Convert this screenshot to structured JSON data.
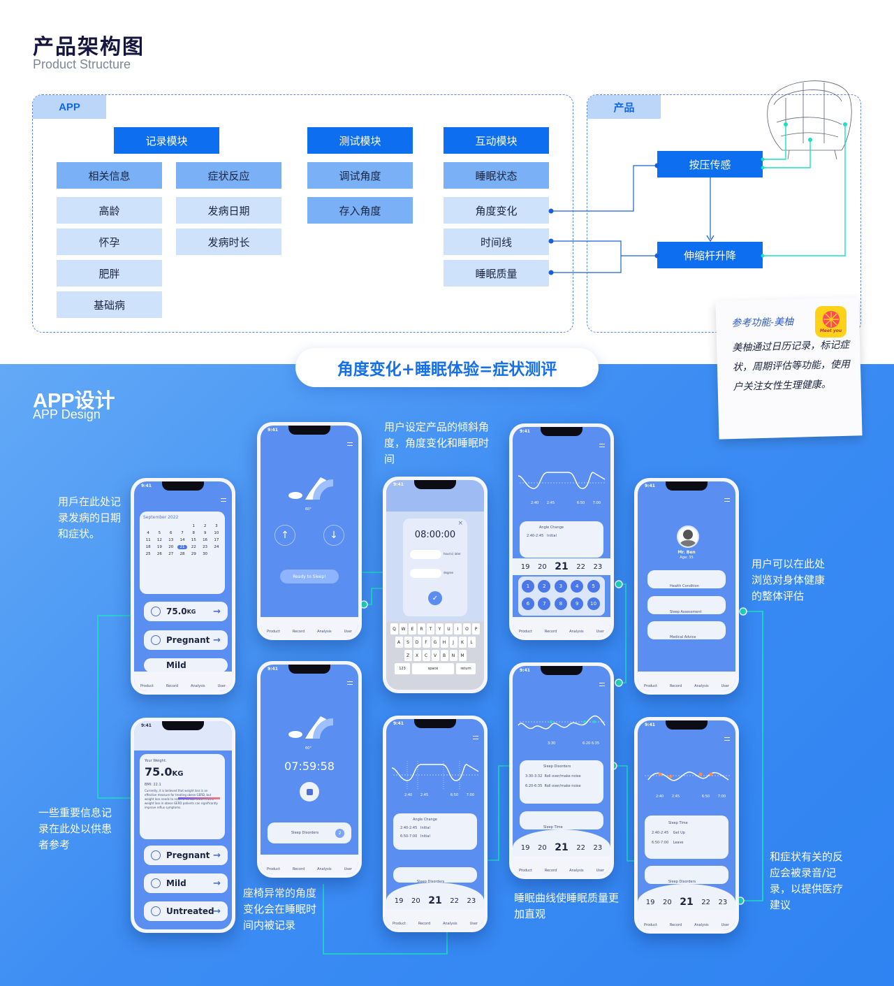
{
  "header": {
    "title": "产品架构图",
    "subtitle": "Product Structure"
  },
  "app_panel": {
    "tag": "APP",
    "modules": [
      {
        "title": "记录模块",
        "groups": [
          {
            "head": "相关信息",
            "items": [
              "高龄",
              "怀孕",
              "肥胖",
              "基础病"
            ]
          },
          {
            "head": "症状反应",
            "items": [
              "发病日期",
              "发病时长"
            ]
          }
        ]
      },
      {
        "title": "测试模块",
        "items": [
          "调试角度",
          "存入角度"
        ]
      },
      {
        "title": "互动模块",
        "items": [
          "睡眠状态",
          "角度变化",
          "时间线",
          "睡眠质量"
        ]
      }
    ]
  },
  "product_panel": {
    "tag": "产品",
    "sensor": "按压传感",
    "actuator": "伸缩杆升降"
  },
  "sticky_note": {
    "title": "参考功能-美柚",
    "logo_text": "Meet you",
    "body": "美柚通过日历记录，标记症状，周期评估等功能，使用户关注女性生理健康。"
  },
  "formula": "角度变化+睡眠体验=症状测评",
  "app_design": {
    "title": "APP设计",
    "subtitle": "APP Design"
  },
  "annotations": {
    "a1": "用戶在此处记录发病的日期和症状。",
    "a2": "一些重要信息记录在此处以供患者参考",
    "a3": "用户设定产品的倾斜角度，角度变化和睡眠时间",
    "a4": "座椅异常的角度变化会在睡眠时间内被记录",
    "a5": "睡眠曲线使睡眠质量更加直观",
    "a6": "用户可以在此处浏览对身体健康的整体评估",
    "a7": "和症状有关的反应会被录音/记录，以提供医疗建议"
  },
  "phone": {
    "status_time": "9:41",
    "tabs": [
      "Product",
      "Record",
      "Analysis",
      "User"
    ],
    "calendar": {
      "month": "September 2022",
      "days": [
        "1",
        "2",
        "3",
        "4",
        "5",
        "6",
        "7",
        "8",
        "9",
        "10",
        "11",
        "12",
        "13",
        "14",
        "15",
        "16",
        "17",
        "18",
        "19",
        "20",
        "21",
        "22",
        "23",
        "24",
        "25",
        "26",
        "27",
        "28",
        "29",
        "30"
      ]
    },
    "weight_value": "75.0",
    "weight_unit": "KG",
    "pregnant": "Pregnant",
    "mild": "Mild",
    "untreated": "Untreated",
    "your_weight": "Your Weight:",
    "bmi": "BMI: 22.1",
    "bmi_text": "Currently, it is believed that weight loss is an effective measure for treating obese GERD, but weight loss needs to reach a certain level. A 10% weight loss in obese GERD patients can significantly improve reflux symptoms.",
    "angle": "60°",
    "ready": "Ready to Sleep!",
    "countdown": "07:59:58",
    "sleep_disorders": "Sleep Disorders",
    "badge": "2",
    "timer": "08:00:00",
    "hour_later": "hour(s) later",
    "degree": "degree",
    "keyboard_rows": [
      [
        "Q",
        "W",
        "E",
        "R",
        "T",
        "Y",
        "U",
        "I",
        "O",
        "P"
      ],
      [
        "A",
        "S",
        "D",
        "F",
        "G",
        "H",
        "J",
        "K",
        "L"
      ],
      [
        "Z",
        "X",
        "C",
        "V",
        "B",
        "N",
        "M"
      ]
    ],
    "kb_123": "123",
    "kb_space": "space",
    "kb_return": "return",
    "chart_times": [
      "2:40",
      "2:45",
      "6:50",
      "7:00"
    ],
    "angle_change": "Angle Change",
    "ac_rows": [
      [
        "2:40-2:45",
        "Initial"
      ],
      [
        "6:50-7:00",
        "Initial"
      ]
    ],
    "date_picker": [
      "19",
      "20",
      "21",
      "22",
      "23"
    ],
    "keypad": [
      "1",
      "2",
      "3",
      "4",
      "5",
      "6",
      "7",
      "8",
      "9",
      "10"
    ],
    "sd_times": [
      "3:30",
      "6:20 6:35"
    ],
    "sd_rows": [
      [
        "3:30-3:32",
        "Roll over/make noise"
      ],
      [
        "6:20-6:35",
        "Roll over/make noise"
      ]
    ],
    "sleep_time": "Sleep Time",
    "st_rows": [
      [
        "2:40-2:45",
        "Get Up"
      ],
      [
        "6:50-7:00",
        "Leave"
      ]
    ],
    "user_name": "Mr. Ben",
    "user_age": "Age: 35",
    "menu": [
      "Health Condition",
      "Sleep Assessment",
      "Medical Advice"
    ]
  }
}
